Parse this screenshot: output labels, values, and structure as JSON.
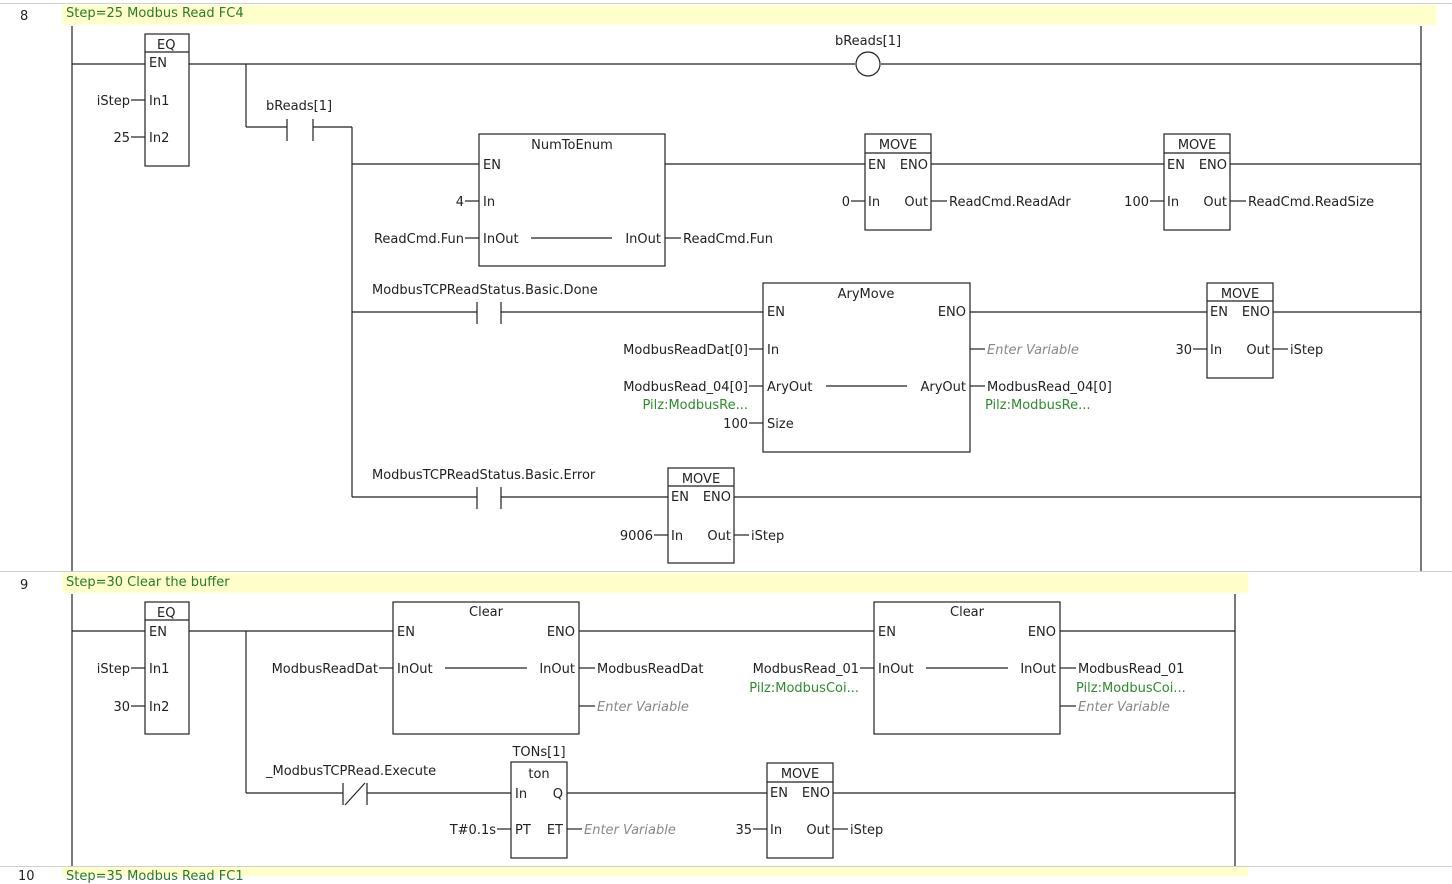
{
  "rungs": [
    {
      "number": "8",
      "comment": "Step=25 Modbus Read FC4"
    },
    {
      "number": "9",
      "comment": "Step=30 Clear the buffer"
    },
    {
      "number": "10",
      "comment": "Step=35 Modbus Read FC1"
    }
  ],
  "r8": {
    "eq": {
      "title": "EQ",
      "en": "EN",
      "in1": "In1",
      "in2": "In2",
      "in1_var": "iStep",
      "in2_val": "25"
    },
    "coil_bReads": "bReads[1]",
    "contact_bReads": "bReads[1]",
    "numToEnum": {
      "title": "NumToEnum",
      "en": "EN",
      "in": "In",
      "inout_l": "InOut",
      "inout_r": "InOut",
      "in_val": "4",
      "inout_var_l": "ReadCmd.Fun",
      "inout_var_r": "ReadCmd.Fun"
    },
    "move1": {
      "title": "MOVE",
      "en": "EN",
      "eno": "ENO",
      "in": "In",
      "out": "Out",
      "in_val": "0",
      "out_var": "ReadCmd.ReadAdr"
    },
    "move2": {
      "title": "MOVE",
      "en": "EN",
      "eno": "ENO",
      "in": "In",
      "out": "Out",
      "in_val": "100",
      "out_var": "ReadCmd.ReadSize"
    },
    "contact_done": "ModbusTCPReadStatus.Basic.Done",
    "aryMove": {
      "title": "AryMove",
      "en": "EN",
      "eno": "ENO",
      "in": "In",
      "aryout_l": "AryOut",
      "aryout_r": "AryOut",
      "size": "Size",
      "in_var": "ModbusReadDat[0]",
      "aryout_var": "ModbusRead_04[0]",
      "aryout_type": "Pilz:ModbusRe...",
      "size_val": "100",
      "eno_var": "Enter Variable",
      "aryout_out_var": "ModbusRead_04[0]",
      "aryout_out_type": "Pilz:ModbusRe..."
    },
    "move3": {
      "title": "MOVE",
      "en": "EN",
      "eno": "ENO",
      "in": "In",
      "out": "Out",
      "in_val": "30",
      "out_var": "iStep"
    },
    "contact_error": "ModbusTCPReadStatus.Basic.Error",
    "move4": {
      "title": "MOVE",
      "en": "EN",
      "eno": "ENO",
      "in": "In",
      "out": "Out",
      "in_val": "9006",
      "out_var": "iStep"
    }
  },
  "r9": {
    "eq": {
      "title": "EQ",
      "en": "EN",
      "in1": "In1",
      "in2": "In2",
      "in1_var": "iStep",
      "in2_val": "30"
    },
    "clear1": {
      "title": "Clear",
      "en": "EN",
      "eno": "ENO",
      "inout_l": "InOut",
      "inout_r": "InOut",
      "in_var": "ModbusReadDat",
      "out_var": "ModbusReadDat",
      "eno_var": "Enter Variable"
    },
    "clear2": {
      "title": "Clear",
      "en": "EN",
      "eno": "ENO",
      "inout_l": "InOut",
      "inout_r": "InOut",
      "in_var": "ModbusRead_01",
      "in_type": "Pilz:ModbusCoi...",
      "out_var": "ModbusRead_01",
      "out_type": "Pilz:ModbusCoi...",
      "eno_var": "Enter Variable"
    },
    "contact_execute": "_ModbusTCPRead.Execute",
    "ton": {
      "instance": "TONs[1]",
      "title": "ton",
      "in": "In",
      "q": "Q",
      "pt": "PT",
      "et": "ET",
      "pt_val": "T#0.1s",
      "et_var": "Enter Variable"
    },
    "move": {
      "title": "MOVE",
      "en": "EN",
      "eno": "ENO",
      "in": "In",
      "out": "Out",
      "in_val": "35",
      "out_var": "iStep"
    }
  },
  "colors": {
    "comment_bg": "#ffffcc",
    "comment_text": "#2a7a2a",
    "type_text": "#2e8b2e",
    "placeholder": "#888888"
  }
}
